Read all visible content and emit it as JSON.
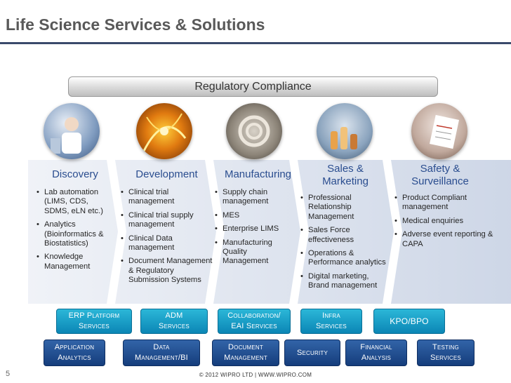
{
  "title": "Life Science Services & Solutions",
  "regulatory": "Regulatory Compliance",
  "stages": [
    {
      "title": "Discovery",
      "items": [
        "Lab automation (LIMS, CDS, SDMS, eLN etc.)",
        "Analytics (Bioinformatics & Biostatistics)",
        "Knowledge Management"
      ]
    },
    {
      "title": "Development",
      "items": [
        "Clinical trial management",
        "Clinical trial supply management",
        "Clinical Data management",
        "Document Management & Regulatory Submission Systems"
      ]
    },
    {
      "title": "Manufacturing",
      "items": [
        "Supply chain management",
        "MES",
        "Enterprise LIMS",
        "Manufacturing Quality Management"
      ]
    },
    {
      "title_l1": "Sales &",
      "title_l2": "Marketing",
      "items": [
        "Professional Relationship Management",
        "Sales Force effectiveness",
        "Operations & Performance analytics",
        "Digital marketing, Brand management"
      ]
    },
    {
      "title_l1": "Safety &",
      "title_l2": "Surveillance",
      "items": [
        "Product Compliant management",
        "Medical enquiries",
        "Adverse event reporting & CAPA"
      ]
    }
  ],
  "services_row1": [
    {
      "l1": "ERP Platform",
      "l2": "Services"
    },
    {
      "l1": "ADM",
      "l2": "Services"
    },
    {
      "l1": "Collaboration/",
      "l2": "EAI Services"
    },
    {
      "l1": "Infra",
      "l2": "Services"
    },
    {
      "l1": "KPO/BPO",
      "l2": ""
    }
  ],
  "services_row2": [
    {
      "l1": "Application",
      "l2": "Analytics"
    },
    {
      "l1": "Data",
      "l2": "Management/BI"
    },
    {
      "l1": "Document",
      "l2": "Management"
    },
    {
      "l1": "Security",
      "l2": ""
    },
    {
      "l1": "Financial",
      "l2": "Analysis"
    },
    {
      "l1": "Testing",
      "l2": "Services"
    }
  ],
  "footer": "© 2012 WIPRO LTD | WWW.WIPRO.COM",
  "page_number": "5",
  "colors": {
    "title_rule": "#3a4a6b",
    "stage_title": "#2a4d8f",
    "cyan_button": "#1aa3cc",
    "navy_button": "#1f4d90"
  }
}
